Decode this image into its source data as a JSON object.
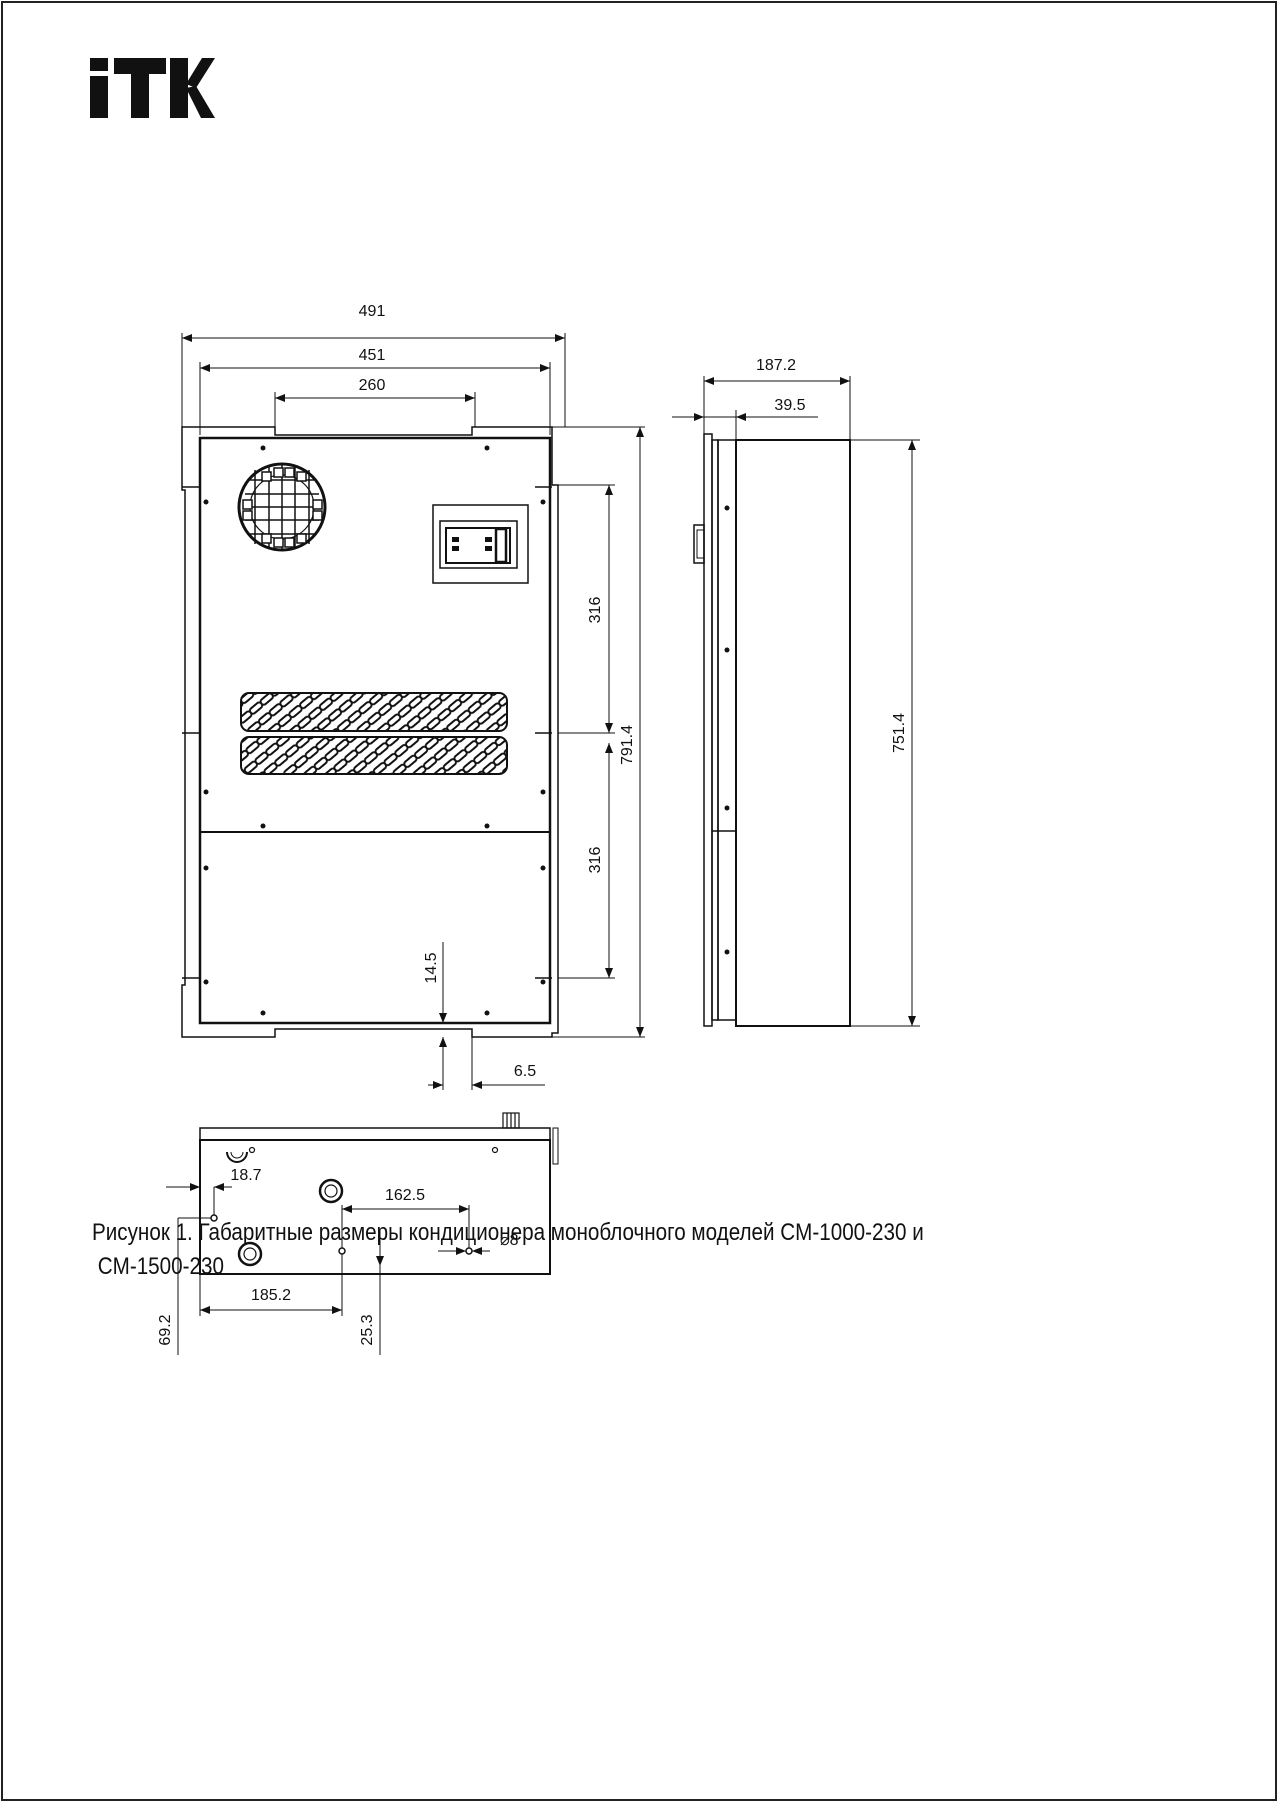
{
  "brand": {
    "logo_text": "ITK",
    "color": "#111111"
  },
  "front_view": {
    "dims": {
      "overall_width": "491",
      "panel_width": "451",
      "mount_spacing": "260",
      "upper_section": "316",
      "lower_section": "316",
      "overall_height": "791.4",
      "bottom_offset": "14.5",
      "slot_width": "6.5"
    }
  },
  "side_view": {
    "dims": {
      "depth": "187.2",
      "flange_depth": "39.5",
      "body_height": "751.4"
    }
  },
  "bottom_view": {
    "dims": {
      "left_offset": "18.7",
      "hole_spacing": "162.5",
      "hole_diameter": "⌀8",
      "hole_x": "185.2",
      "hole_y_left": "69.2",
      "hole_y_right": "25.3"
    }
  },
  "caption": {
    "line1": "Рисунок 1. Габаритные размеры кондиционера моноблочного моделей CM-1000-230 и",
    "line2": " CM-1500-230"
  }
}
